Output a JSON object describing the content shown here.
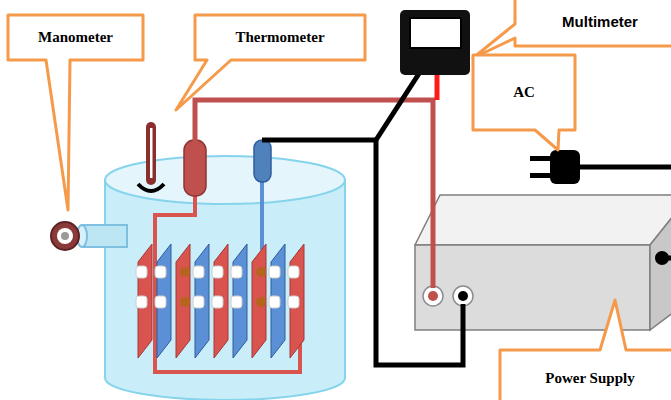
{
  "diagram": {
    "nodes": [
      {
        "text": [
          "Manometer"
        ]
      },
      {
        "text": [
          "Thermometer"
        ]
      },
      {
        "text": [
          "Multimeter"
        ]
      },
      {
        "text": [
          "AC"
        ]
      },
      {
        "text": [
          "Power Supply"
        ]
      }
    ]
  }
}
